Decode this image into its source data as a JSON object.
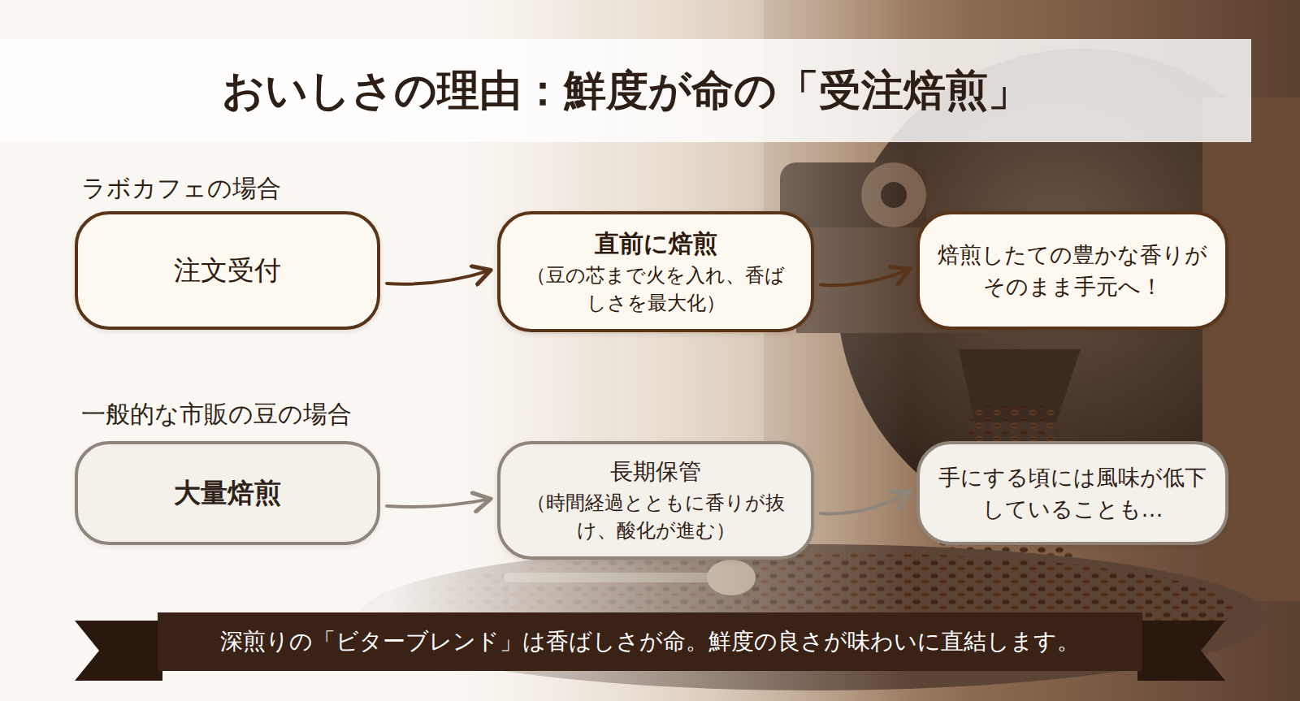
{
  "diagram": {
    "title": "おいしさの理由：鮮度が命の「受注焙煎」",
    "caption": "深煎りの「ビターブレンド」は香ばしさが命。鮮度の良さが味わいに直結します。",
    "nodes": [
      {
        "text": [
          "注文受付"
        ]
      },
      {
        "text": [
          "直前に焙煎",
          "（豆の芯まで火を入れ、香ばしさを最大化）"
        ]
      },
      {
        "text": [
          "焙煎したての豊かな香りがそのまま手元へ！"
        ]
      },
      {
        "text": [
          "大量焙煎"
        ]
      },
      {
        "text": [
          "長期保管",
          "（時間経過とともに香りが抜け、酸化が進む）"
        ]
      },
      {
        "text": [
          "手にする頃には風味が低下していることも…"
        ]
      }
    ],
    "edges": [
      {
        "from": 0,
        "to": 1,
        "arrow": "to"
      },
      {
        "from": 1,
        "to": 2,
        "arrow": "to"
      },
      {
        "from": 3,
        "to": 4,
        "arrow": "to"
      },
      {
        "from": 4,
        "to": 5,
        "arrow": "to"
      }
    ],
    "labels": [
      "ラボカフェの場合",
      "一般的な市販の豆の場合"
    ]
  }
}
